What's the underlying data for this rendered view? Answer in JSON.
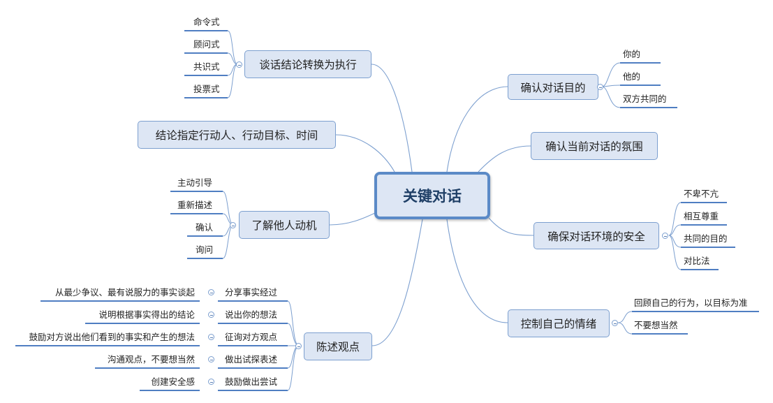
{
  "root": {
    "label": "关键对话"
  },
  "right": {
    "purpose": {
      "label": "确认对话目的",
      "items": [
        "你的",
        "他的",
        "双方共同的"
      ]
    },
    "atmosphere": {
      "label": "确认当前对话的氛围"
    },
    "safety": {
      "label": "确保对话环境的安全",
      "items": [
        "不卑不亢",
        "相互尊重",
        "共同的目的",
        "对比法"
      ]
    },
    "emotion": {
      "label": "控制自己的情绪",
      "items": [
        "回顾自己的行为，以目标为准",
        "不要想当然"
      ]
    }
  },
  "left": {
    "conclusion": {
      "label": "谈话结论转换为执行",
      "items": [
        "命令式",
        "顾问式",
        "共识式",
        "投票式"
      ]
    },
    "assign": {
      "label": "结论指定行动人、行动目标、时间"
    },
    "motive": {
      "label": "了解他人动机",
      "items": [
        "主动引导",
        "重新描述",
        "确认",
        "询问"
      ]
    },
    "view": {
      "label": "陈述观点",
      "items": [
        {
          "label": "分享事实经过",
          "detail": "从最少争议、最有说服力的事实谈起"
        },
        {
          "label": "说出你的想法",
          "detail": "说明根据事实得出的结论"
        },
        {
          "label": "征询对方观点",
          "detail": "鼓励对方说出他们看到的事实和产生的想法"
        },
        {
          "label": "做出试探表述",
          "detail": "沟通观点，不要想当然"
        },
        {
          "label": "鼓励做出尝试",
          "detail": "创建安全感"
        }
      ]
    }
  }
}
